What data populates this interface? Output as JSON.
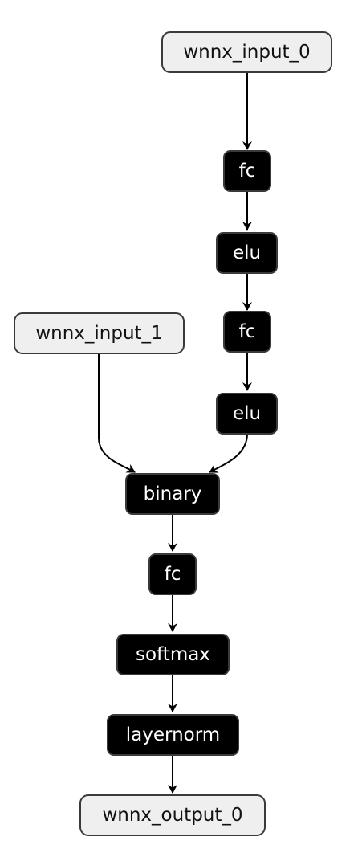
{
  "graph": {
    "nodes": {
      "wnnx_input_0": {
        "label": "wnnx_input_0",
        "kind": "io"
      },
      "fc_1": {
        "label": "fc",
        "kind": "op"
      },
      "elu_1": {
        "label": "elu",
        "kind": "op"
      },
      "fc_2": {
        "label": "fc",
        "kind": "op"
      },
      "elu_2": {
        "label": "elu",
        "kind": "op"
      },
      "wnnx_input_1": {
        "label": "wnnx_input_1",
        "kind": "io"
      },
      "binary": {
        "label": "binary",
        "kind": "op"
      },
      "fc_3": {
        "label": "fc",
        "kind": "op"
      },
      "softmax": {
        "label": "softmax",
        "kind": "op"
      },
      "layernorm": {
        "label": "layernorm",
        "kind": "op"
      },
      "wnnx_output_0": {
        "label": "wnnx_output_0",
        "kind": "io"
      }
    },
    "edges": [
      {
        "from": "wnnx_input_0",
        "to": "fc_1"
      },
      {
        "from": "fc_1",
        "to": "elu_1"
      },
      {
        "from": "elu_1",
        "to": "fc_2"
      },
      {
        "from": "fc_2",
        "to": "elu_2"
      },
      {
        "from": "wnnx_input_1",
        "to": "binary"
      },
      {
        "from": "elu_2",
        "to": "binary"
      },
      {
        "from": "binary",
        "to": "fc_3"
      },
      {
        "from": "fc_3",
        "to": "softmax"
      },
      {
        "from": "softmax",
        "to": "layernorm"
      },
      {
        "from": "layernorm",
        "to": "wnnx_output_0"
      }
    ],
    "colors": {
      "io_fill": "#efefef",
      "op_fill": "#000000",
      "border": "#3a3a3a",
      "edge": "#000000"
    }
  }
}
